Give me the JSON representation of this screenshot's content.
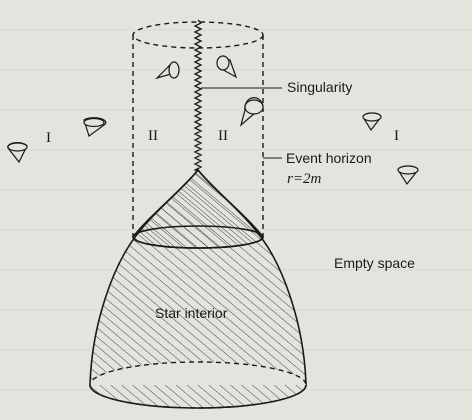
{
  "labels": {
    "singularity": "Singularity",
    "event_horizon": "Event horizon",
    "horizon_radius": "r=2m",
    "empty_space": "Empty space",
    "star_interior": "Star interior"
  },
  "regions": {
    "outer_left": "I",
    "outer_right": "I",
    "inner_left": "II",
    "inner_right": "II"
  }
}
